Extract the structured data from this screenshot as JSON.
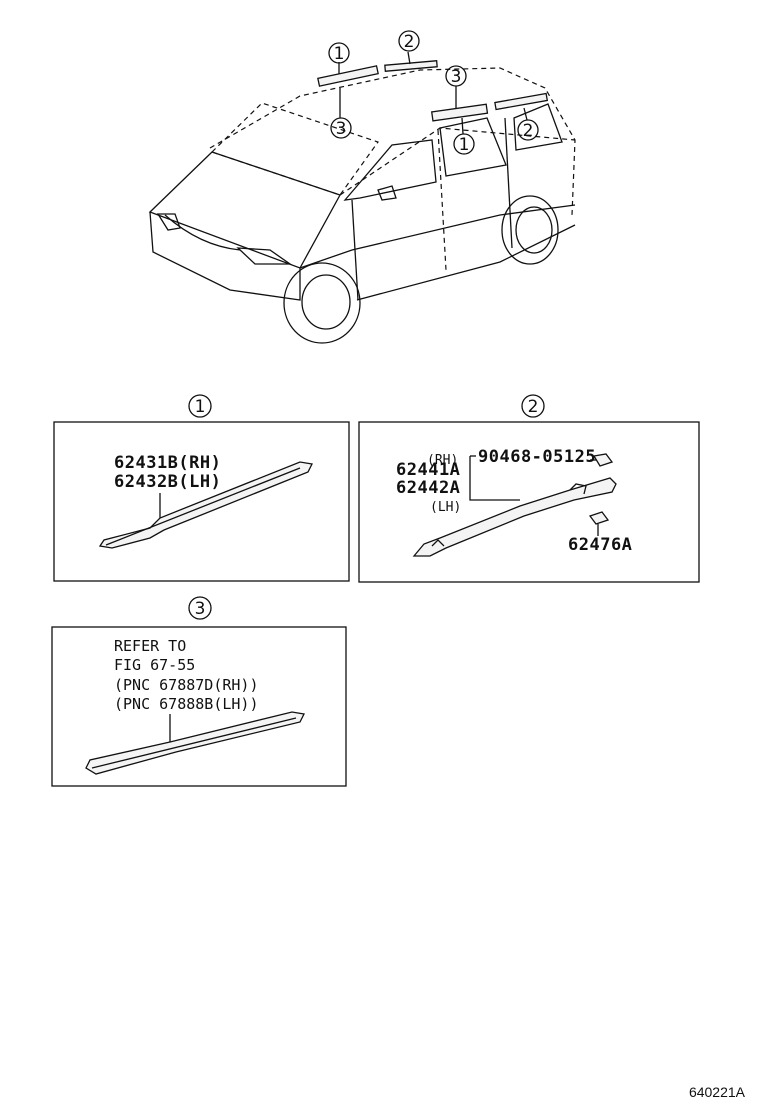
{
  "callouts": {
    "one": "1",
    "two": "2",
    "three": "3"
  },
  "panel1": {
    "title": "1",
    "part_rh": "62431B(RH)",
    "part_lh": "62432B(LH)"
  },
  "panel2": {
    "title": "2",
    "rh_tag": "(RH)",
    "lh_tag": "(LH)",
    "part_a": "62441A",
    "part_b": "62442A",
    "screw": "90468-05125",
    "clip": "62476A"
  },
  "panel3": {
    "title": "3",
    "line1": "REFER TO",
    "line2": "FIG 67-55",
    "line3": "(PNC 67887D(RH))",
    "line4": "(PNC 67888B(LH))"
  },
  "figure_id": "640221A"
}
